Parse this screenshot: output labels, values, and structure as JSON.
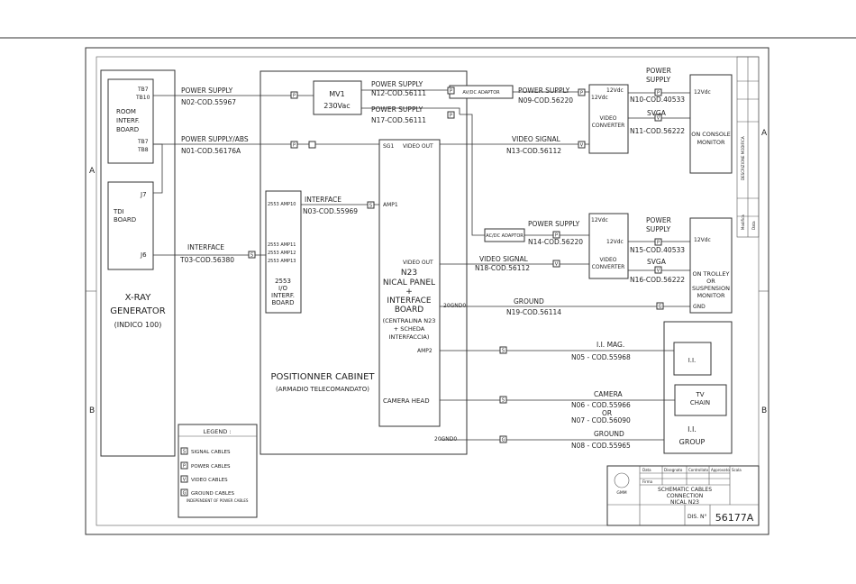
{
  "header_rule": "",
  "zones": {
    "a_left": "A",
    "a_right": "A",
    "b_left": "B",
    "b_right": "B"
  },
  "blocks": {
    "room_board": {
      "tb7": "TB7",
      "tb910": "TB10",
      "l1": "ROOM",
      "l2": "INTERF.",
      "l3": "BOARD",
      "tb7b": "TB7",
      "tb8": "TB8"
    },
    "tdi_board": {
      "l1": "TDI",
      "l2": "BOARD",
      "j7": "J7",
      "j6": "J6"
    },
    "xray": {
      "l1": "X-RAY",
      "l2": "GENERATOR",
      "l3": "(INDICO 100)"
    },
    "mv1": {
      "l1": "MV1",
      "l2": "230Vac"
    },
    "i_o_board": {
      "p1": "2553 AMP10",
      "p2": "2553 AMP11",
      "p3": "2553 AMP12",
      "p4": "2553 AMP13",
      "l1": "2553",
      "l2": "I/O",
      "l3": "INTERF.",
      "l4": "BOARD"
    },
    "n23": {
      "sg1": "SG1",
      "vout1": "VIDEO OUT",
      "amp1": "AMP1",
      "vout2": "VIDEO OUT",
      "l1": "N23",
      "l2": "NICAL PANEL",
      "l3": "+",
      "l4": "INTERFACE",
      "l5": "BOARD",
      "l6": "(CENTRALINA N23",
      "l7": "+ SCHEDA",
      "l8": "INTERFACCIA)",
      "gnd": "20GND0",
      "amp2": "AMP2",
      "cam": "CAMERA HEAD"
    },
    "cabinet": {
      "l1": "POSITIONNER CABINET",
      "l2": "(ARMADIO TELECOMANDATO)",
      "gnd": "20GND0"
    },
    "adaptor_top": "AV/DC ADAPTOR",
    "adaptor_mid": "AC/DC ADAPTOR",
    "conv1": {
      "v12a": "12Vdc",
      "v12b": "12Vdc",
      "l1": "VIDEO",
      "l2": "CONVERTER"
    },
    "conv2": {
      "v12a": "12Vdc",
      "v12b": "12Vdc",
      "l1": "VIDEO",
      "l2": "CONVERTER"
    },
    "console_monitor": {
      "v": "12Vdc",
      "l1": "ON CONSOLE",
      "l2": "MONITOR"
    },
    "trolley_monitor": {
      "v": "12Vdc",
      "l1": "ON TROLLEY",
      "l2": "OR",
      "l3": "SUSPENSION",
      "l4": "MONITOR",
      "gnd": "GND"
    },
    "ii_group": {
      "ii": "I.I.",
      "tv1": "TV",
      "tv2": "CHAIN",
      "g1": "I.I.",
      "g2": "GROUP"
    }
  },
  "cables": [
    {
      "id": "n02",
      "a": "POWER SUPPLY",
      "b": "N02-COD.55967",
      "tag": "P"
    },
    {
      "id": "n01",
      "a": "POWER SUPPLY/ABS",
      "b": "N01-COD.56176A",
      "tag": "P"
    },
    {
      "id": "t03",
      "a": "INTERFACE",
      "b": "T03-COD.56380",
      "tag": "S"
    },
    {
      "id": "n03",
      "a": "INTERFACE",
      "b": "N03-COD.55969",
      "tag": "S"
    },
    {
      "id": "n12",
      "a": "POWER SUPPLY",
      "b": "N12-COD.56111",
      "tag": "P"
    },
    {
      "id": "n17",
      "a": "POWER SUPPLY",
      "b": "N17-COD.56111",
      "tag": "P"
    },
    {
      "id": "n09",
      "a": "POWER SUPPLY",
      "b": "N09-COD.56220",
      "tag": "P"
    },
    {
      "id": "n10",
      "a": "POWER",
      "a2": "SUPPLY",
      "b": "N10-COD.40533",
      "tag": "P"
    },
    {
      "id": "n11",
      "a": "SVGA",
      "b": "N11-COD.56222",
      "tag": "V"
    },
    {
      "id": "n13",
      "a": "VIDEO SIGNAL",
      "b": "N13-COD.56112",
      "tag": "V"
    },
    {
      "id": "n14",
      "a": "POWER SUPPLY",
      "b": "N14-COD.56220",
      "tag": "P"
    },
    {
      "id": "n15",
      "a": "POWER",
      "a2": "SUPPLY",
      "b": "N15-COD.40533",
      "tag": "P"
    },
    {
      "id": "n16",
      "a": "SVGA",
      "b": "N16-COD.56222",
      "tag": "V"
    },
    {
      "id": "n18",
      "a": "VIDEO SIGNAL",
      "b": "N18-COD.56112",
      "tag": "V"
    },
    {
      "id": "n19",
      "a": "GROUND",
      "b": "N19-COD.56114",
      "tag": "G"
    },
    {
      "id": "n05",
      "a": "I.I. MAG.",
      "b": "N05 - COD.55968",
      "tag": "S"
    },
    {
      "id": "n06",
      "a": "CAMERA",
      "b": "N06 - COD.55966",
      "b2": "OR",
      "b3": "N07 - COD.56090",
      "tag": "S"
    },
    {
      "id": "n08",
      "a": "GROUND",
      "b": "N08 - COD.55965",
      "tag": "G"
    }
  ],
  "legend": {
    "title": "LEGEND :",
    "items": [
      {
        "tag": "S",
        "label": "SIGNAL CABLES"
      },
      {
        "tag": "P",
        "label": "POWER CABLES"
      },
      {
        "tag": "V",
        "label": "VIDEO CABLES"
      },
      {
        "tag": "G",
        "label": "GROUND CABLES"
      }
    ],
    "note": "INDEPENDENT OF POWER CABLES"
  },
  "title_block": {
    "h1": "Disegnato",
    "h2": "Controllato",
    "h3": "Approvato",
    "h4": "Scala",
    "r1": "Data",
    "r2": "Firma",
    "company": "GMM",
    "title1": "SCHEMATIC CABLES",
    "title2": "CONNECTION",
    "title3": "NICAL N23",
    "dis_label": "DIS. N°",
    "dis_number": "56177A"
  },
  "side_strip": {
    "s1": "DESCRIZIONE MODIFICA",
    "s2": "Modifica",
    "s3": "Data"
  }
}
